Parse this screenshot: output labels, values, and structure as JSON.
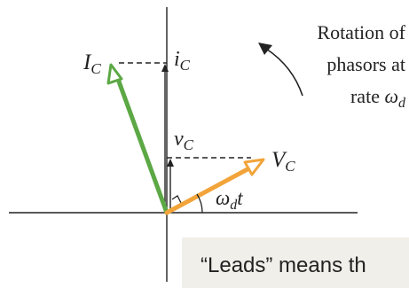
{
  "labels": {
    "current_phasor": {
      "main": "I",
      "sub": "C"
    },
    "current_projection": {
      "main": "i",
      "sub": "C"
    },
    "voltage_projection": {
      "main": "v",
      "sub": "C"
    },
    "voltage_phasor": {
      "main": "V",
      "sub": "C"
    },
    "angle": {
      "omega": "ω",
      "sub": "d",
      "t": "t"
    }
  },
  "rotation_note": {
    "line1": "Rotation of",
    "line2": "phasors at",
    "line3_text": "rate ",
    "line3_omega": "ω",
    "line3_sub": "d"
  },
  "caption": "“Leads” means th",
  "colors": {
    "current_phasor": "#5ca845",
    "voltage_phasor": "#f2a43a",
    "axes": "#222222",
    "caption_background": "#f1efe9"
  }
}
